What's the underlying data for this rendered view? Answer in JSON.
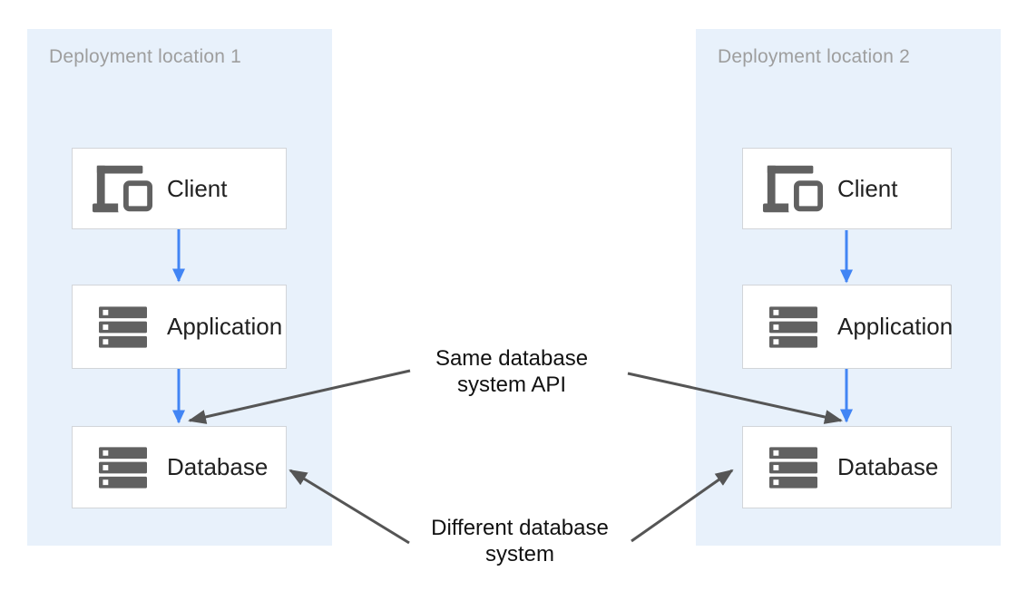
{
  "panels": [
    {
      "title": "Deployment location 1",
      "nodes": [
        {
          "label": "Client",
          "icon": "devices-icon"
        },
        {
          "label": "Application",
          "icon": "server-stack-icon"
        },
        {
          "label": "Database",
          "icon": "server-stack-icon"
        }
      ]
    },
    {
      "title": "Deployment location 2",
      "nodes": [
        {
          "label": "Client",
          "icon": "devices-icon"
        },
        {
          "label": "Application",
          "icon": "server-stack-icon"
        },
        {
          "label": "Database",
          "icon": "server-stack-icon"
        }
      ]
    }
  ],
  "annotations": {
    "same_api": {
      "line1": "Same database",
      "line2": "system API"
    },
    "diff_sys": {
      "line1": "Different database",
      "line2": "system"
    }
  },
  "colors": {
    "panel_background": "#e8f1fb",
    "node_background": "#ffffff",
    "node_border": "#d2d5d9",
    "flow_arrow_blue": "#4285f4",
    "annotation_arrow_gray": "#555555",
    "panel_title_gray": "#9e9e9e",
    "node_label_dark": "#212121",
    "icon_gray": "#616161",
    "annotation_text": "#111111"
  }
}
